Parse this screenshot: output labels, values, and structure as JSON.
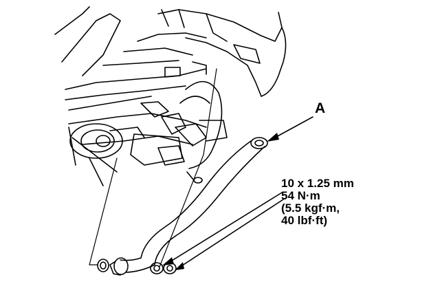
{
  "callout": {
    "label": "A"
  },
  "spec": {
    "lines": [
      "10 x 1.25 mm",
      "54 N·m",
      "(5.5 kgf·m,",
      "40 lbf·ft)"
    ]
  },
  "colors": {
    "ink": "#000000",
    "paper": "#ffffff"
  }
}
